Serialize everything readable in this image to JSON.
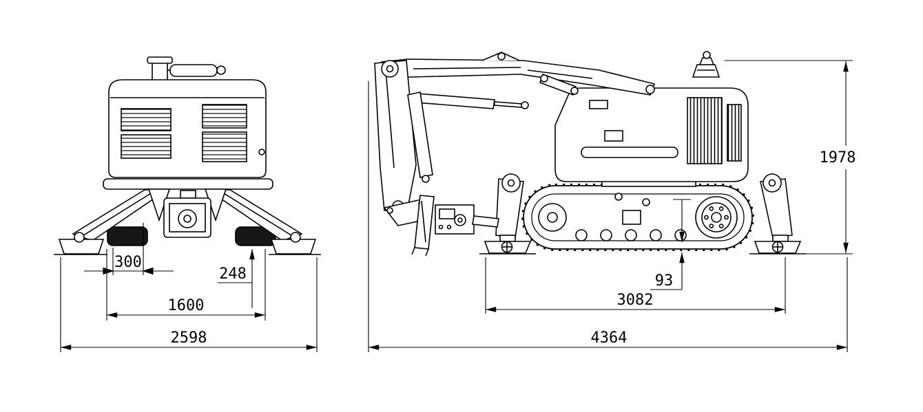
{
  "colors": {
    "line": "#000000",
    "background": "#ffffff",
    "track_fill": "#161616"
  },
  "front_view": {
    "dimensions": {
      "d300": "300",
      "d248": "248",
      "d1600": "1600",
      "d2598": "2598"
    }
  },
  "side_view": {
    "dimensions": {
      "d93": "93",
      "d1978": "1978",
      "d3082": "3082",
      "d4364": "4364"
    }
  }
}
